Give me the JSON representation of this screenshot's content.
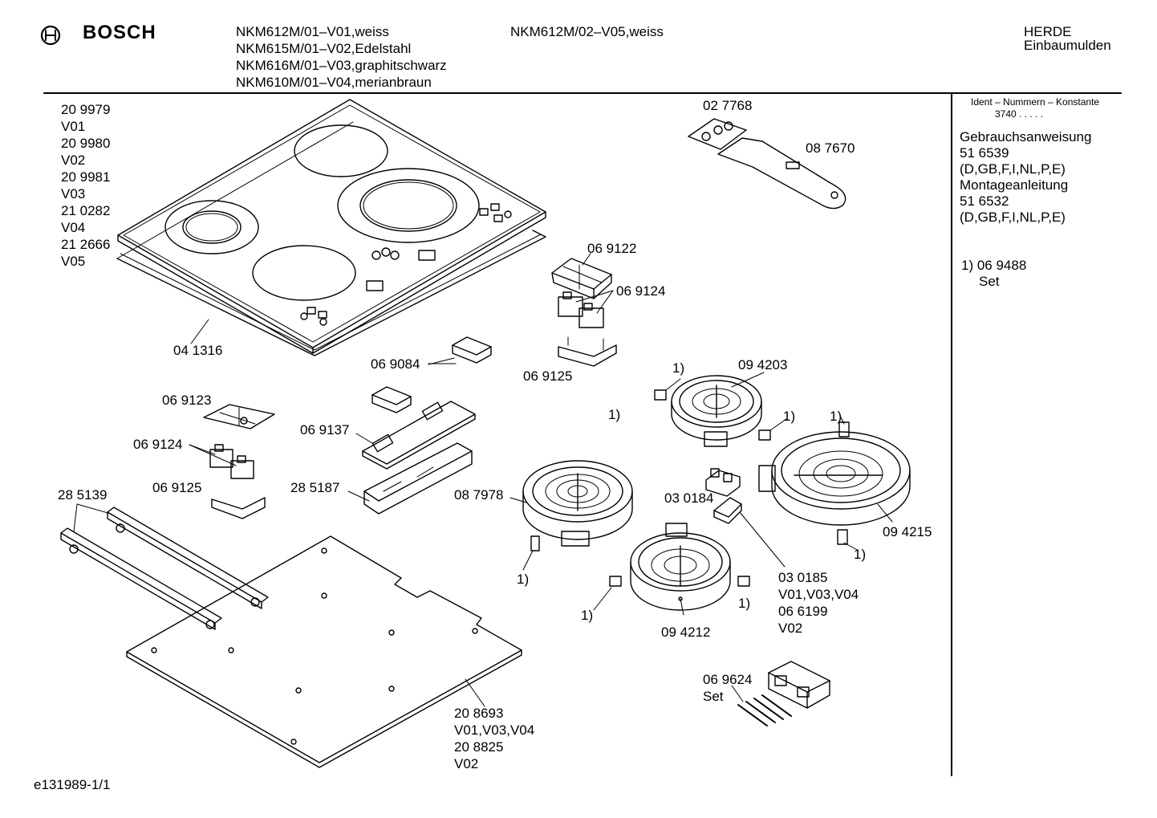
{
  "header": {
    "brand": "BOSCH",
    "models_col1": [
      "NKM612M/01–V01,weiss",
      "NKM615M/01–V02,Edelstahl",
      "NKM616M/01–V03,graphitschwarz",
      "NKM610M/01–V04,merianbraun"
    ],
    "models_col2": [
      "NKM612M/02–V05,weiss"
    ],
    "category": [
      "HERDE",
      "Einbaumulden"
    ]
  },
  "sidebar": {
    "ident_title": "Ident – Nummern – Konstante",
    "ident_value": "3740  .   .   .   .   .",
    "docs": [
      "Gebrauchsanweisung",
      "51 6539",
      "(D,GB,F,I,NL,P,E)",
      "Montageanleitung",
      "51 6532",
      "(D,GB,F,I,NL,P,E)"
    ],
    "footnote_marker": "1) 06 9488",
    "footnote_text": "Set"
  },
  "parts": {
    "hob_numbers": [
      "20 9979",
      "V01",
      "20 9980",
      "V02",
      "20 9981",
      "V03",
      "21 0282",
      "V04",
      "21 2666",
      "V05"
    ],
    "frame_seal": "04 1316",
    "tool": "02 7768",
    "tool_handle": "08 7670",
    "upper_switch_cover": "06 9122",
    "upper_switches": "06 9124",
    "upper_switch_base": "06 9125",
    "switch_small": "06 9084",
    "left_switch_cover": "06 9123",
    "left_switches": "06 9124",
    "left_switch_base": "06 9125",
    "control_board": "06 9137",
    "control_housing": "28 5187",
    "bracket": "28 5139",
    "heater_small": "08 7978",
    "heater_top": "09 4203",
    "heater_large": "09 4215",
    "heater_bottom": "09 4212",
    "terminal_block": "03 0184",
    "clip_number": "03 0185",
    "clip_variants": "V01,V03,V04",
    "clip_alt": "06 6199",
    "clip_alt_variant": "V02",
    "connector_set": "06 9624",
    "connector_set_label": "Set",
    "base_plate": "20 8693",
    "base_plate_variants": "V01,V03,V04",
    "base_plate_alt": "20 8825",
    "base_plate_alt_variant": "V02",
    "footnote_ref": "1)"
  },
  "footer": {
    "drawing_id": "e131989-1/1"
  }
}
